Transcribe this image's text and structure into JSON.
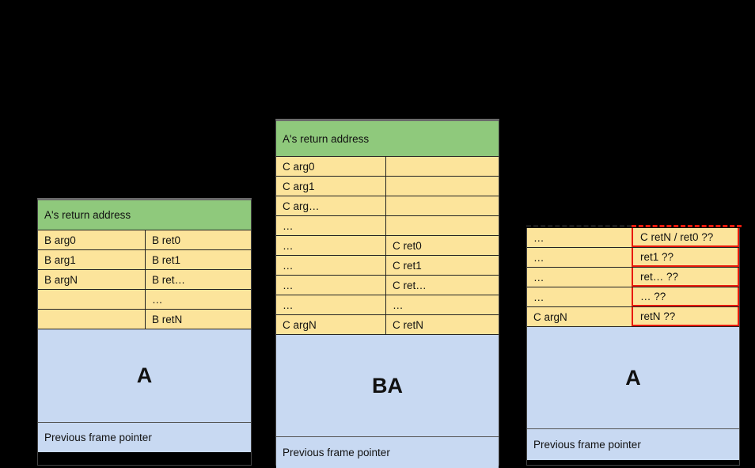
{
  "colors": {
    "background": "#000000",
    "header_green": "#8FC97C",
    "slot_yellow": "#FCE49B",
    "frame_blue": "#C8D9F2",
    "highlight_red": "#E81A0C",
    "border_dark": "#222222"
  },
  "stacks": [
    {
      "id": "left",
      "header": "A's return address",
      "rows": [
        {
          "left": "B arg0",
          "right": "B ret0"
        },
        {
          "left": "B arg1",
          "right": "B ret1"
        },
        {
          "left": "B argN",
          "right": "B ret…"
        },
        {
          "left": "",
          "right": "…"
        },
        {
          "left": "",
          "right": "B retN"
        }
      ],
      "body_label": "A",
      "footer": "Previous frame pointer"
    },
    {
      "id": "middle",
      "header": "A's return address",
      "rows": [
        {
          "left": "C arg0",
          "right": ""
        },
        {
          "left": "C arg1",
          "right": ""
        },
        {
          "left": "C arg…",
          "right": ""
        },
        {
          "left": "…",
          "right": ""
        },
        {
          "left": "…",
          "right": "C ret0"
        },
        {
          "left": "…",
          "right": "C ret1"
        },
        {
          "left": "…",
          "right": "C ret…"
        },
        {
          "left": "…",
          "right": "…"
        },
        {
          "left": "C argN",
          "right": "C retN"
        }
      ],
      "body_label": "BA",
      "footer": "Previous frame pointer"
    },
    {
      "id": "right",
      "header": null,
      "rows": [
        {
          "left": "…",
          "right": "C retN / ret0 ??"
        },
        {
          "left": "…",
          "right": "ret1 ??"
        },
        {
          "left": "…",
          "right": "ret… ??"
        },
        {
          "left": "…",
          "right": "… ??"
        },
        {
          "left": "C argN",
          "right": "retN ??"
        }
      ],
      "body_label": "A",
      "footer": "Previous frame pointer"
    }
  ]
}
